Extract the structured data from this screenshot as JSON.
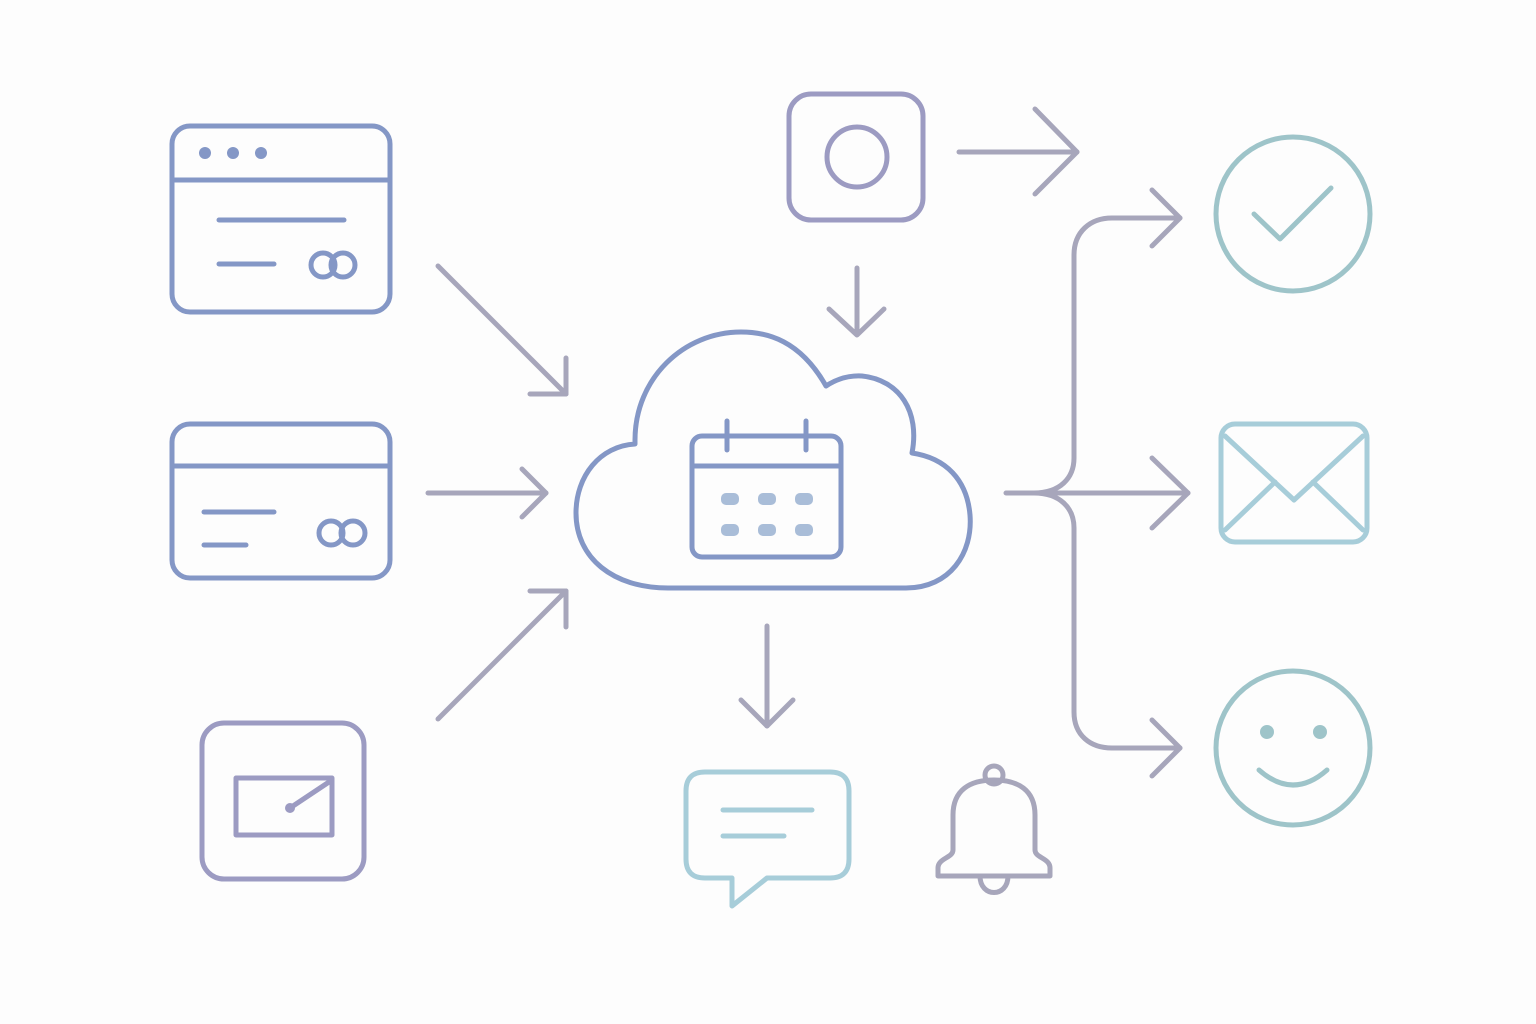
{
  "diagram": {
    "title": "",
    "palette": {
      "background": "#fdfdfd",
      "blue": "#8497c6",
      "purple": "#9c9bc2",
      "gray": "#a7a6bb",
      "teal": "#9ec4c9",
      "light_blue": "#a7cdd9",
      "calendar_dots": "#a9bdd8"
    },
    "hub": {
      "icon": "cloud-calendar-icon"
    },
    "inputs": [
      {
        "id": "browser-window",
        "icon": "browser-window-icon"
      },
      {
        "id": "payment-card",
        "icon": "payment-card-icon"
      },
      {
        "id": "tablet-signature",
        "icon": "signature-pad-icon"
      },
      {
        "id": "camera",
        "icon": "camera-icon"
      }
    ],
    "outputs": [
      {
        "id": "confirmation",
        "icon": "checkmark-circle-icon"
      },
      {
        "id": "email",
        "icon": "envelope-icon"
      },
      {
        "id": "satisfaction",
        "icon": "smiley-face-icon"
      },
      {
        "id": "message",
        "icon": "chat-bubble-icon"
      },
      {
        "id": "reminder",
        "icon": "bell-icon"
      }
    ]
  }
}
